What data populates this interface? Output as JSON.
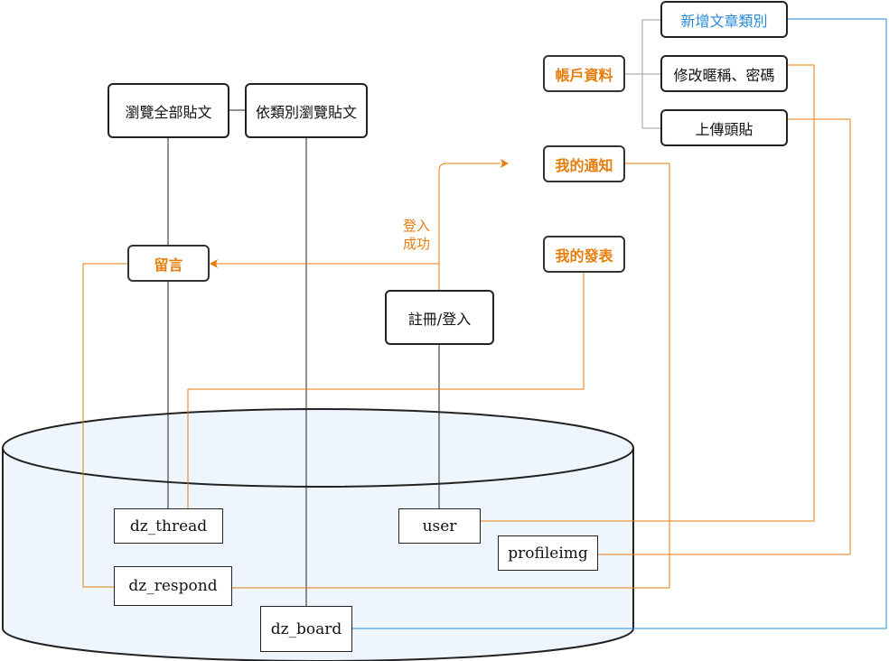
{
  "colors": {
    "orange": "#e67e0c",
    "blue": "#2a8ad8",
    "line": "#222222",
    "db_fill": "#eef5fd"
  },
  "nodes": {
    "browse_all": "瀏覽全部貼文",
    "browse_by_category": "依類別瀏覽貼文",
    "comment": "留言",
    "register_login": "註冊/登入",
    "account_info": "帳戶資料",
    "add_category": "新增文章類別",
    "change_nickname_password": "修改暱稱、密碼",
    "upload_avatar": "上傳頭貼",
    "my_notifications": "我的通知",
    "my_posts": "我的發表"
  },
  "edge_labels": {
    "login_success_line1": "登入",
    "login_success_line2": "成功"
  },
  "tables": {
    "dz_thread": "dz_thread",
    "dz_respond": "dz_respond",
    "dz_board": "dz_board",
    "user": "user",
    "profileimg": "profileimg"
  }
}
